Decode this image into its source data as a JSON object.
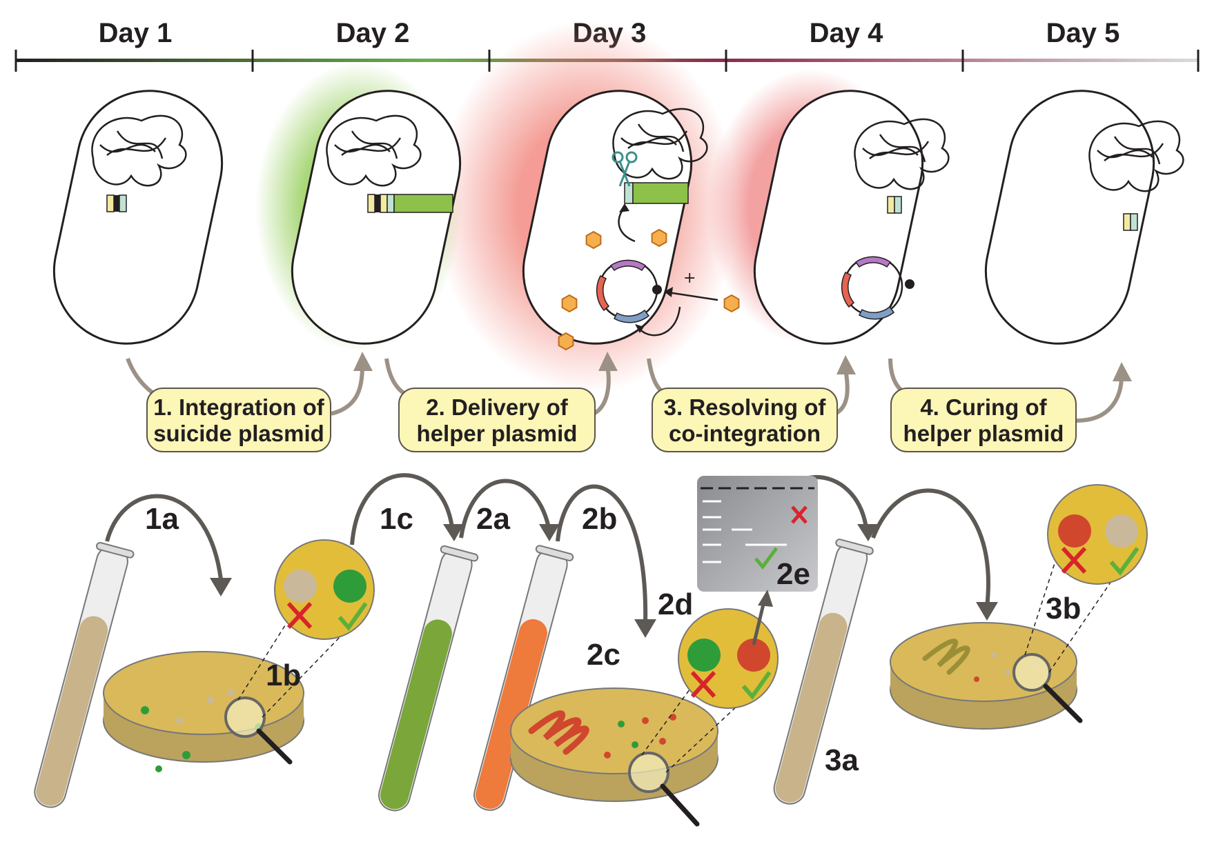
{
  "timeline": {
    "days": [
      "Day 1",
      "Day 2",
      "Day 3",
      "Day 4",
      "Day 5"
    ],
    "gradient_colors": [
      "#231f20",
      "#6ab04c",
      "#8e2a4c",
      "#dcdcdc"
    ]
  },
  "steps": [
    {
      "line1": "1. Integration of",
      "line2": "suicide plasmid"
    },
    {
      "line1": "2. Delivery of",
      "line2": "helper plasmid"
    },
    {
      "line1": "3. Resolving of",
      "line2": "co-integration"
    },
    {
      "line1": "4. Curing of",
      "line2": "helper plasmid"
    }
  ],
  "sublabels": {
    "s1a": "1a",
    "s1b": "1b",
    "s1c": "1c",
    "s2a": "2a",
    "s2b": "2b",
    "s2c": "2c",
    "s2d": "2d",
    "s2e": "2e",
    "s3a": "3a",
    "s3b": "3b"
  },
  "plasmid_plus": "+",
  "colors": {
    "box_fill": "#fcf6b7",
    "plate_agar": "#d9b95a",
    "green_colony": "#2f9c3a",
    "red_colony": "#d0472d",
    "beige_colony": "#c9b89a",
    "tube_beige": "#c9b38a",
    "tube_green": "#7aa63a",
    "tube_orange": "#ee7a3c",
    "inducer": "#f2a23a",
    "cross": "#d8242b",
    "check": "#5ab03a"
  }
}
